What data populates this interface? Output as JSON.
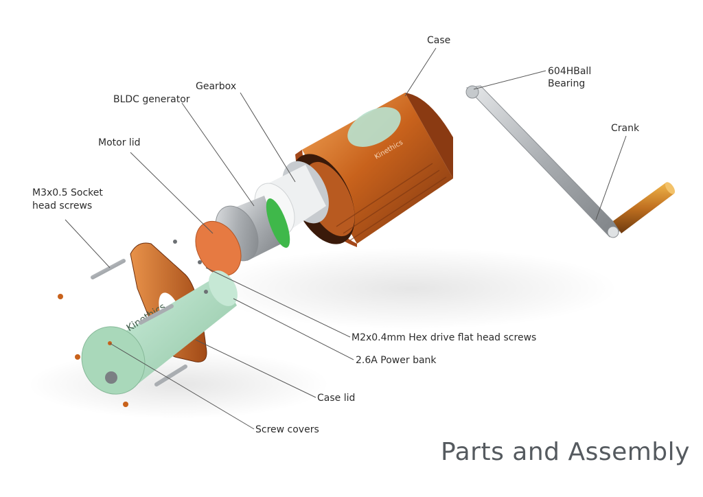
{
  "title": "Parts and Assembly",
  "brand_text": "Kinethics",
  "labels": {
    "case": "Case",
    "bearing_line1": "604HBall",
    "bearing_line2": "Bearing",
    "gearbox": "Gearbox",
    "bldc": "BLDC generator",
    "crank": "Crank",
    "motor_lid": "Motor lid",
    "socket_line1": "M3x0.5 Socket",
    "socket_line2": "head screws",
    "hex_screws": "M2x0.4mm Hex drive flat head screws",
    "power_bank": "2.6A Power bank",
    "case_lid": "Case lid",
    "screw_covers": "Screw covers"
  },
  "colors": {
    "copper": "#c8621c",
    "copper_light": "#f0a050",
    "mint": "#a8d8b8",
    "steel": "#b8bcc0",
    "text": "#2b2b2b",
    "title": "#555a5f"
  }
}
